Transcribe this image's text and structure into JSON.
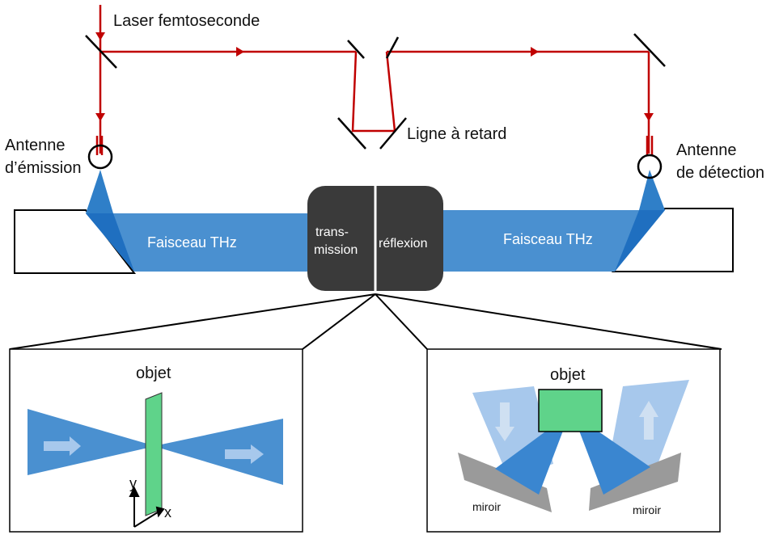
{
  "labels": {
    "laser": "Laser femtoseconde",
    "delay_line": "Ligne à retard",
    "emit_antenna_1": "Antenne",
    "emit_antenna_2": "d’émission",
    "detect_antenna_1": "Antenne",
    "detect_antenna_2": "de détection",
    "beam_left": "Faisceau THz",
    "beam_right": "Faisceau THz",
    "transmission_1": "trans-",
    "transmission_2": "mission",
    "reflection": "réflexion",
    "object_left": "objet",
    "object_right": "objet",
    "axis_y": "y",
    "axis_x": "x",
    "mirror_left": "miroir",
    "mirror_right": "miroir"
  },
  "colors": {
    "laser": "#c00000",
    "beam": "#4a90d0",
    "beam_dark": "#1f6fc0",
    "sample_box": "#3a3a3a",
    "object": "#5fd38a",
    "mirror": "#9a9a9a"
  }
}
